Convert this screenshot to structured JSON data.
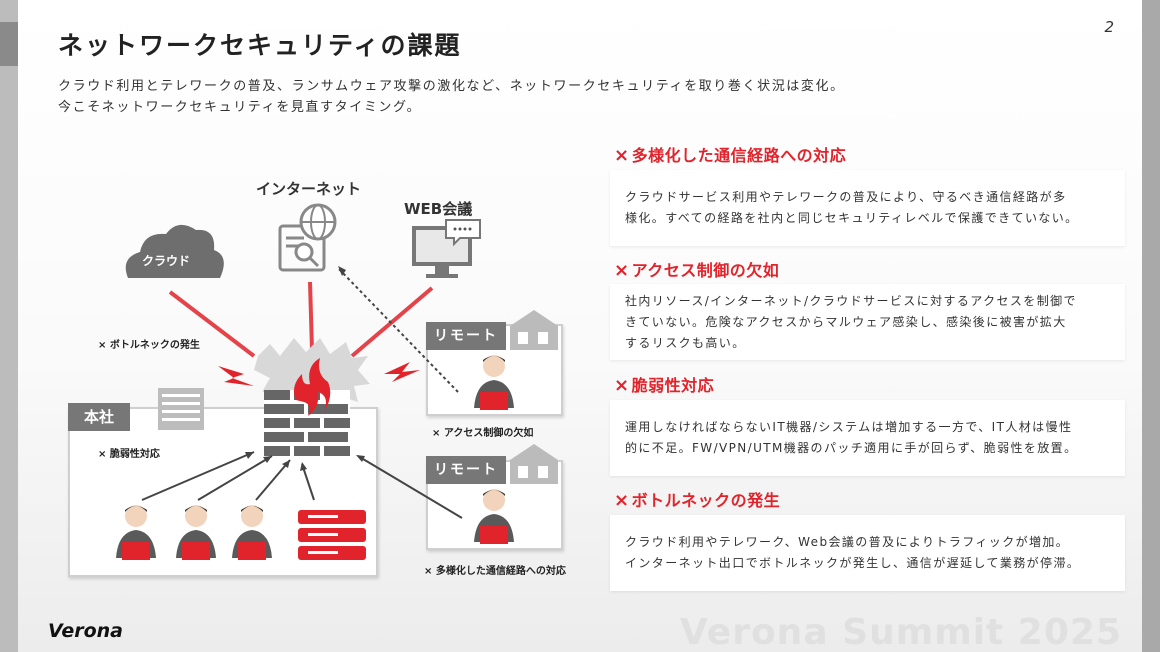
{
  "header": {
    "title": "ネットワークセキュリティの課題",
    "page_number": "2",
    "lead_line1": "クラウド利用とテレワークの普及、ランサムウェア攻撃の激化など、ネットワークセキュリティを取り巻く状況は変化。",
    "lead_line2": "今こそネットワークセキュリティを見直すタイミング。"
  },
  "diagram": {
    "internet_label": "インターネット",
    "web_meeting_label": "WEB会議",
    "cloud_label": "クラウド",
    "honsha_label": "本社",
    "remote_label_1": "リモート",
    "remote_label_2": "リモート",
    "issue_bottleneck": "× ボトルネックの発生",
    "issue_vulnerability": "× 脆弱性対応",
    "issue_access": "× アクセス制御の欠如",
    "issue_routes": "× 多様化した通信経路への対応"
  },
  "issues": [
    {
      "mark": "×",
      "title": "多様化した通信経路への対応",
      "line1": "クラウドサービス利用やテレワークの普及により、守るべき通信経路が多",
      "line2": "様化。すべての経路を社内と同じセキュリティレベルで保護できていない。"
    },
    {
      "mark": "×",
      "title": "アクセス制御の欠如",
      "line1": "社内リソース/インターネット/クラウドサービスに対するアクセスを制御で",
      "line2": "きていない。危険なアクセスからマルウェア感染し、感染後に被害が拡大",
      "line3": "するリスクも高い。"
    },
    {
      "mark": "×",
      "title": "脆弱性対応",
      "line1": "運用しなければならないIT機器/システムは増加する一方で、IT人材は慢性",
      "line2": "的に不足。FW/VPN/UTM機器のパッチ適用に手が回らず、脆弱性を放置。"
    },
    {
      "mark": "×",
      "title": "ボトルネックの発生",
      "line1": "クラウド利用やテレワーク、Web会議の普及によりトラフィックが増加。",
      "line2": "インターネット出口でボトルネックが発生し、通信が遅延して業務が停滞。"
    }
  ],
  "footer": {
    "brand": "Verona",
    "watermark": "Verona Summit 2025"
  },
  "colors": {
    "accent_red": "#e1242b",
    "tag_gray": "#777777",
    "text_dark": "#222222"
  }
}
